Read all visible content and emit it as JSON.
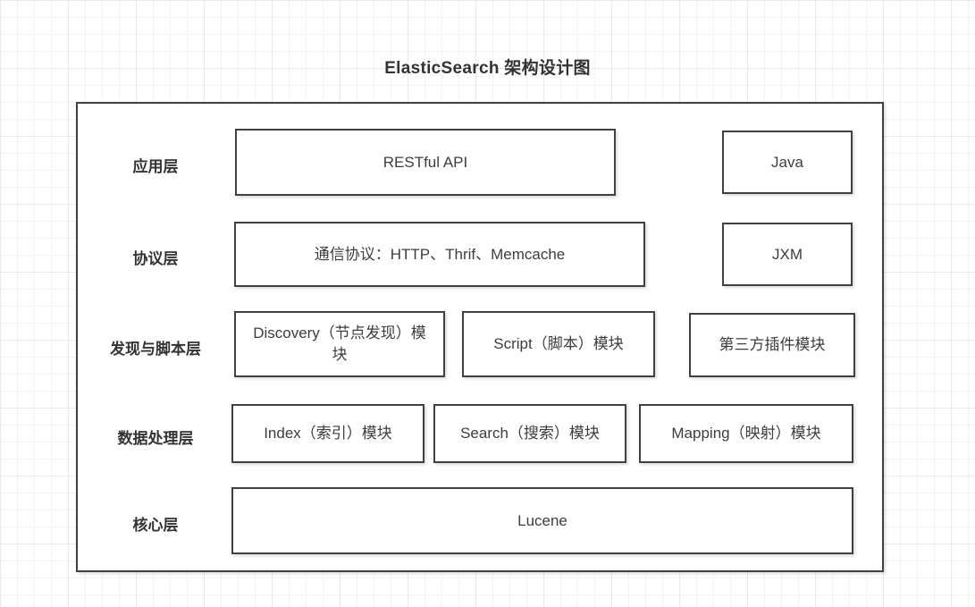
{
  "diagram": {
    "title": "ElasticSearch 架构设计图",
    "colors": {
      "stroke": "#404040",
      "text": "#3d3d3d",
      "background": "#ffffff",
      "grid_minor": "#f3f3f5",
      "grid_major": "#eaeaec"
    },
    "layers": [
      {
        "label": "应用层",
        "modules": [
          "RESTful API",
          "Java"
        ]
      },
      {
        "label": "协议层",
        "modules": [
          "通信协议：HTTP、Thrif、Memcache",
          "JXM"
        ]
      },
      {
        "label": "发现与脚本层",
        "modules": [
          "Discovery（节点发现）模块",
          "Script（脚本）模块",
          "第三方插件模块"
        ]
      },
      {
        "label": "数据处理层",
        "modules": [
          "Index（索引）模块",
          "Search（搜索）模块",
          "Mapping（映射）模块"
        ]
      },
      {
        "label": "核心层",
        "modules": [
          "Lucene"
        ]
      }
    ]
  }
}
